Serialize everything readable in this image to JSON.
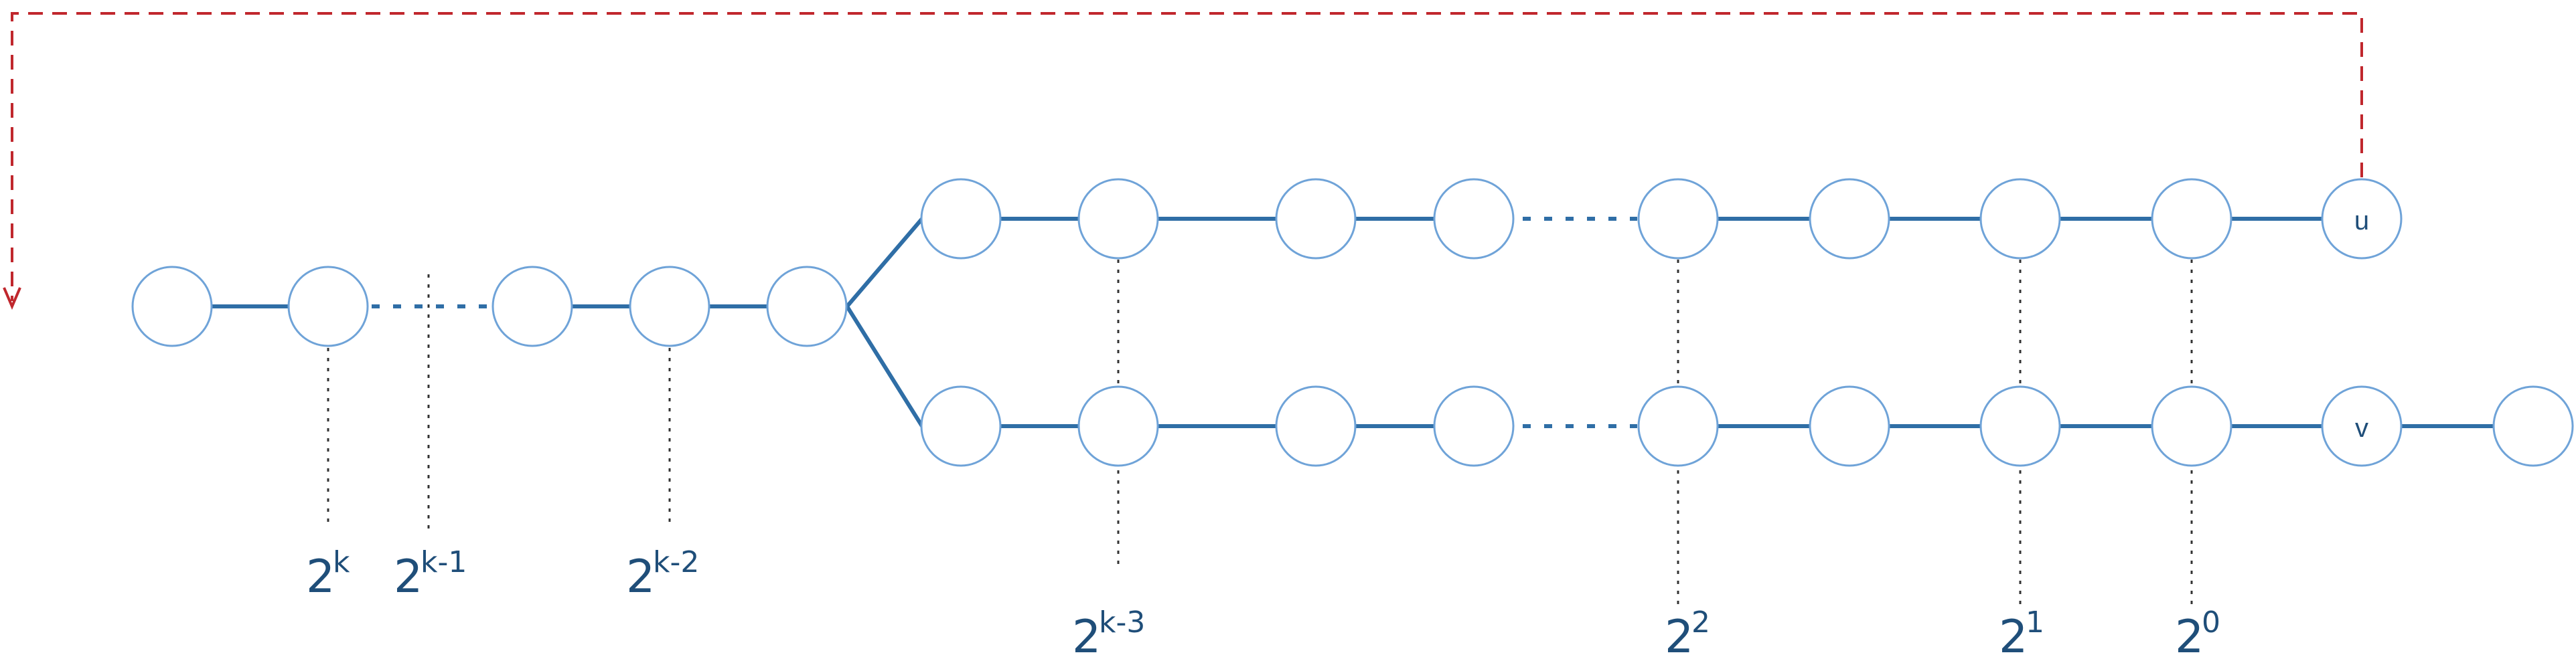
{
  "diagram": {
    "node_labels": {
      "u": "u",
      "v": "v"
    },
    "colors": {
      "edge": "#2f6ea6",
      "node_stroke": "#6fa3d8",
      "label": "#1f4e79",
      "guide": "#333333",
      "back_edge": "#c0272d"
    },
    "powers": {
      "p_k": {
        "base": "2",
        "exp": "k"
      },
      "p_k1": {
        "base": "2",
        "exp": "k-1"
      },
      "p_k2": {
        "base": "2",
        "exp": "k-2"
      },
      "p_k3": {
        "base": "2",
        "exp": "k-3"
      },
      "p_2": {
        "base": "2",
        "exp": "2"
      },
      "p_1": {
        "base": "2",
        "exp": "1"
      },
      "p_0": {
        "base": "2",
        "exp": "0"
      }
    }
  }
}
